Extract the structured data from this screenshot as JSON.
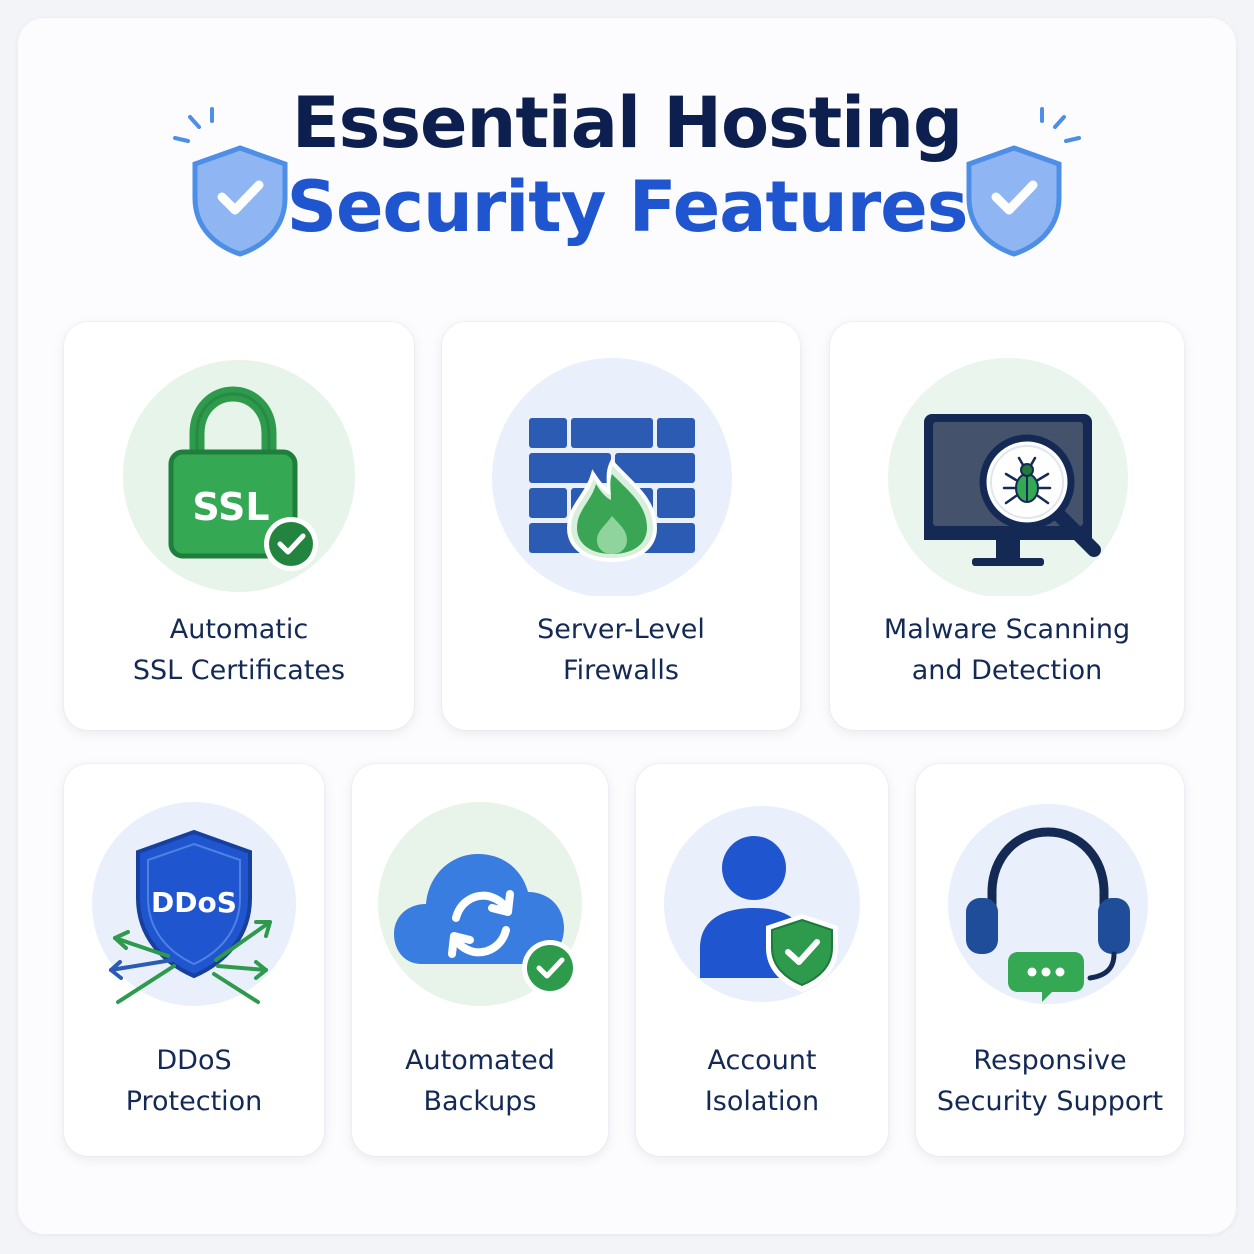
{
  "title": {
    "line1": "Essential Hosting",
    "line2": "Security Features"
  },
  "colors": {
    "navy": "#0d1f4f",
    "brand_blue": "#1f55cf",
    "green": "#2e9a4c",
    "shield_blue": "#4d8ee6"
  },
  "features": [
    {
      "line1": "Automatic",
      "line2": "SSL Certificates",
      "icon": "ssl-lock-icon",
      "badge": "SSL"
    },
    {
      "line1": "Server-Level",
      "line2": "Firewalls",
      "icon": "firewall-icon"
    },
    {
      "line1": "Malware Scanning",
      "line2": "and Detection",
      "icon": "malware-scan-icon"
    },
    {
      "line1": "DDoS",
      "line2": "Protection",
      "icon": "ddos-shield-icon",
      "badge": "DDoS"
    },
    {
      "line1": "Automated",
      "line2": "Backups",
      "icon": "cloud-backup-icon"
    },
    {
      "line1": "Account",
      "line2": "Isolation",
      "icon": "account-shield-icon"
    },
    {
      "line1": "Responsive",
      "line2": "Security Support",
      "icon": "headset-support-icon"
    }
  ]
}
